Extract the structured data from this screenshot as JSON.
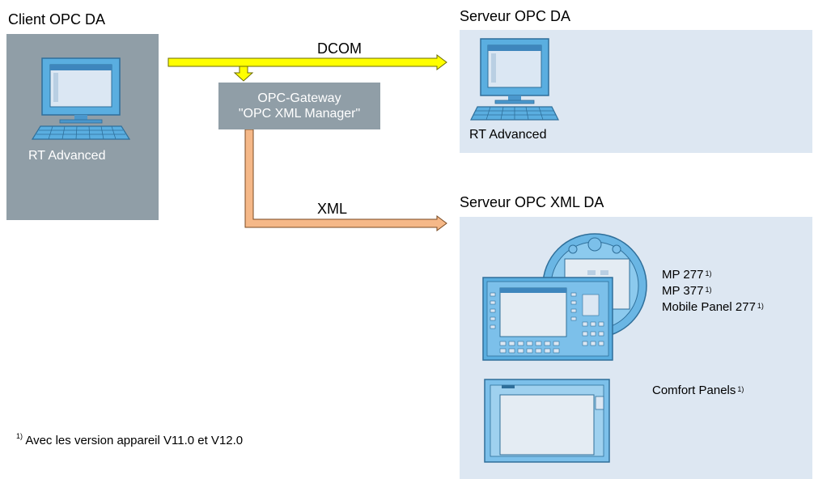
{
  "client": {
    "title": "Client OPC DA",
    "runtime_label": "RT Advanced"
  },
  "server_da": {
    "title": "Serveur OPC DA",
    "runtime_label": "RT Advanced"
  },
  "server_xml": {
    "title": "Serveur OPC XML DA"
  },
  "gateway": {
    "line1": "OPC-Gateway",
    "line2": "\"OPC XML Manager\""
  },
  "protocols": {
    "dcom": "DCOM",
    "xml": "XML"
  },
  "devices": {
    "mp277": "MP 277",
    "mp377": "MP 377",
    "mobile277": "Mobile Panel 277",
    "comfort": "Comfort Panels",
    "footnote_mark": "1)"
  },
  "footnote": {
    "mark": "1)",
    "text": "Avec les version appareil V11.0 et V12.0"
  },
  "colors": {
    "client_box": "#909ea7",
    "server_box": "#dde7f2",
    "dcom_arrow": "#ffff00",
    "xml_arrow": "#f5b888",
    "device_blue": "#5aaee0"
  }
}
